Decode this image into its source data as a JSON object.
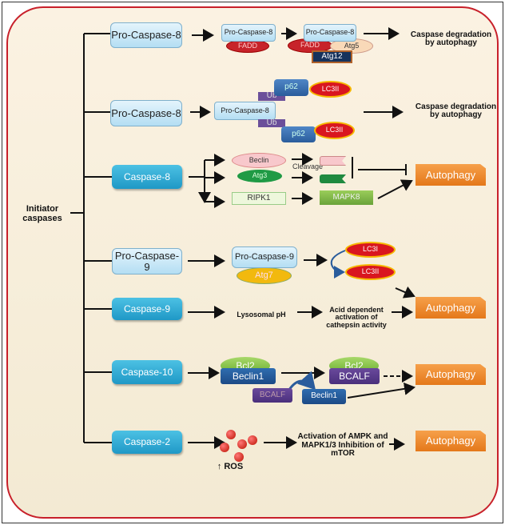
{
  "root": "Initiator caspases",
  "colors": {
    "frame": "#c8202a",
    "autophagy": "#e4781a",
    "caspase": "#1f98c6",
    "pro_caspase": "#b4def3"
  },
  "rows": {
    "r1": {
      "start": "Pro-Caspase-8",
      "c1": "Pro-Caspase-8",
      "fadd1": "FADD",
      "c2": "Pro-Caspase-8",
      "fadd2": "FADD",
      "atg5": "Atg5",
      "atg12": "Atg12",
      "out": "Caspase degradation by autophagy"
    },
    "r2": {
      "start": "Pro-Caspase-8",
      "p62a": "p62",
      "lc3a": "LC3II",
      "ub1": "Ub",
      "c": "Pro-Caspase-8",
      "ub2": "Ub",
      "p62b": "p62",
      "lc3b": "LC3II",
      "out": "Caspase degradation by autophagy"
    },
    "r3": {
      "start": "Caspase-8",
      "beclin": "Beclin",
      "atg3": "Atg3",
      "cleavage": "Cleavage",
      "ripk1": "RIPK1",
      "mapk8": "MAPK8",
      "out": "Autophagy"
    },
    "r4": {
      "start": "Pro-Caspase-9",
      "c": "Pro-Caspase-9",
      "atg7": "Atg7",
      "lc3i": "LC3I",
      "lc3ii": "LC3II"
    },
    "r5": {
      "start": "Caspase-9",
      "lys": "Lysosomal pH",
      "acid": "Acid dependent activation of cathepsin activity",
      "out": "Autophagy"
    },
    "r6": {
      "start": "Caspase-10",
      "bcl2a": "Bcl2",
      "beclin1a": "Beclin1",
      "bcalfa": "BCALF",
      "beclin1b": "Beclin1",
      "bcl2b": "Bcl2",
      "bcalfb": "BCALF",
      "out": "Autophagy"
    },
    "r7": {
      "start": "Caspase-2",
      "ros": "↑ ROS",
      "act": "Activation of AMPK and MAPK1/3 Inhibition of mTOR",
      "out": "Autophagy"
    }
  }
}
